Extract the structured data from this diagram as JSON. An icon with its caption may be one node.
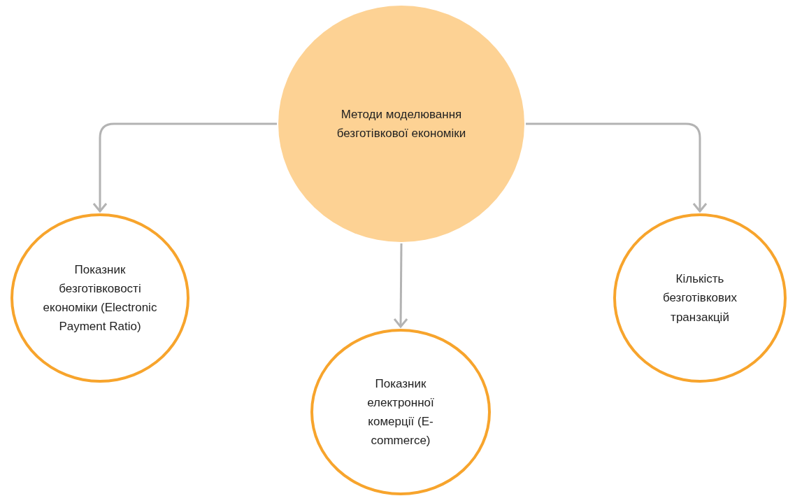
{
  "diagram": {
    "nodes": [
      {
        "text": [
          "Методи моделювання безготівкової економіки"
        ]
      },
      {
        "text": [
          "Показник безготівковості економіки (Electronic Payment Ratio)"
        ]
      },
      {
        "text": [
          "Показник електронної комерції (E-commerce)"
        ]
      },
      {
        "text": [
          "Кількість безготівкових транзакцій"
        ]
      }
    ],
    "edges": [
      {
        "from": 0,
        "to": 1,
        "arrow": "to"
      },
      {
        "from": 0,
        "to": 2,
        "arrow": "to"
      },
      {
        "from": 0,
        "to": 3,
        "arrow": "to"
      }
    ]
  }
}
